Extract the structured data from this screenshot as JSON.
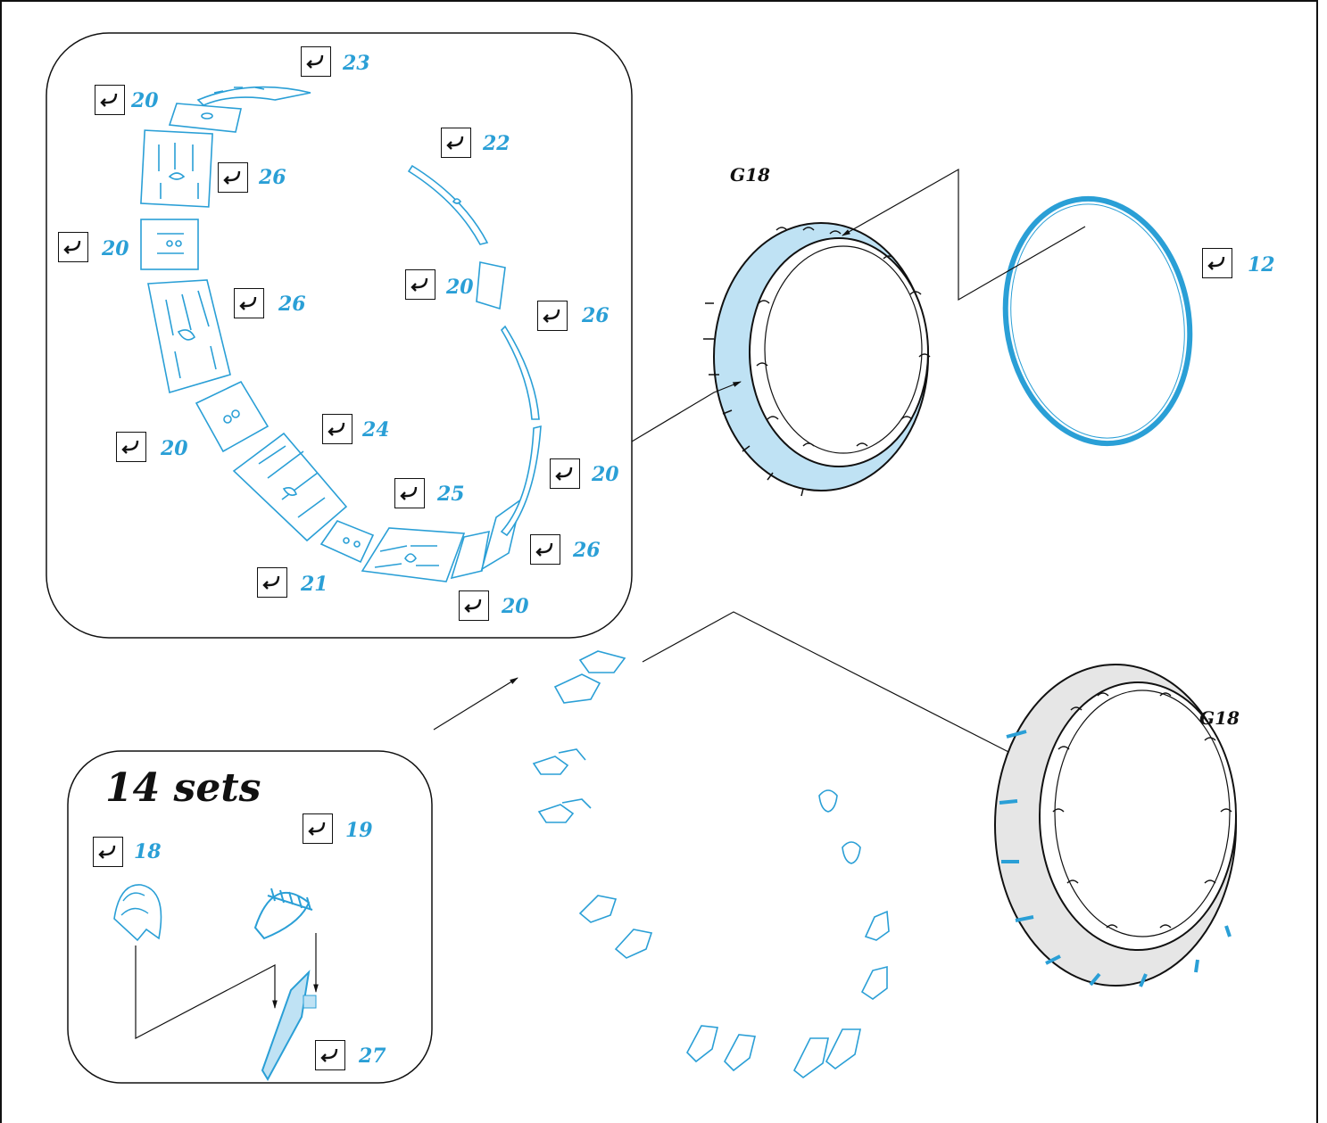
{
  "colors": {
    "accent": "#2a9fd6",
    "fill": "#bfe2f4",
    "ink": "#111111",
    "grey": "#e6e6e6"
  },
  "icons": {
    "check": "bend-arrow-checkbox-icon"
  },
  "inset_a": {
    "labels": [
      {
        "id": "23",
        "text": "23"
      },
      {
        "id": "20a",
        "text": "20"
      },
      {
        "id": "22",
        "text": "22"
      },
      {
        "id": "26a",
        "text": "26"
      },
      {
        "id": "20b",
        "text": "20"
      },
      {
        "id": "20c",
        "text": "20"
      },
      {
        "id": "26b",
        "text": "26"
      },
      {
        "id": "26c",
        "text": "26"
      },
      {
        "id": "24",
        "text": "24"
      },
      {
        "id": "20d",
        "text": "20"
      },
      {
        "id": "20e",
        "text": "20"
      },
      {
        "id": "25",
        "text": "25"
      },
      {
        "id": "26d",
        "text": "26"
      },
      {
        "id": "21",
        "text": "21"
      },
      {
        "id": "20f",
        "text": "20"
      }
    ]
  },
  "main": {
    "part_top": "G18",
    "part_bottom": "G18",
    "ring_label": "12"
  },
  "inset_b": {
    "title": "14 sets",
    "label_18": "18",
    "label_19": "19",
    "label_27": "27"
  }
}
